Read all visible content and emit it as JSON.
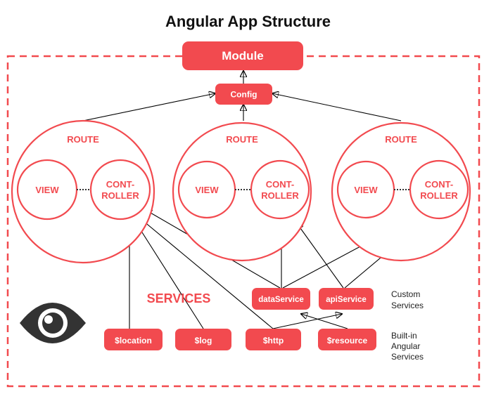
{
  "title": "Angular App Structure",
  "module": {
    "label": "Module"
  },
  "config": {
    "label": "Config"
  },
  "routes": [
    {
      "label": "ROUTE",
      "view": "VIEW",
      "controller": [
        "CONT-",
        "ROLLER"
      ]
    },
    {
      "label": "ROUTE",
      "view": "VIEW",
      "controller": [
        "CONT-",
        "ROLLER"
      ]
    },
    {
      "label": "ROUTE",
      "view": "VIEW",
      "controller": [
        "CONT-",
        "ROLLER"
      ]
    }
  ],
  "services_heading": "SERVICES",
  "custom_services": [
    "dataService",
    "apiService"
  ],
  "builtin_services": [
    "$location",
    "$log",
    "$http",
    "$resource"
  ],
  "labels": {
    "custom": [
      "Custom",
      "Services"
    ],
    "builtin": [
      "Built-in",
      "Angular",
      "Services"
    ]
  },
  "logo": "eye-logo",
  "colors": {
    "accent": "#f24a4f",
    "dark": "#333333",
    "text": "#222222"
  }
}
